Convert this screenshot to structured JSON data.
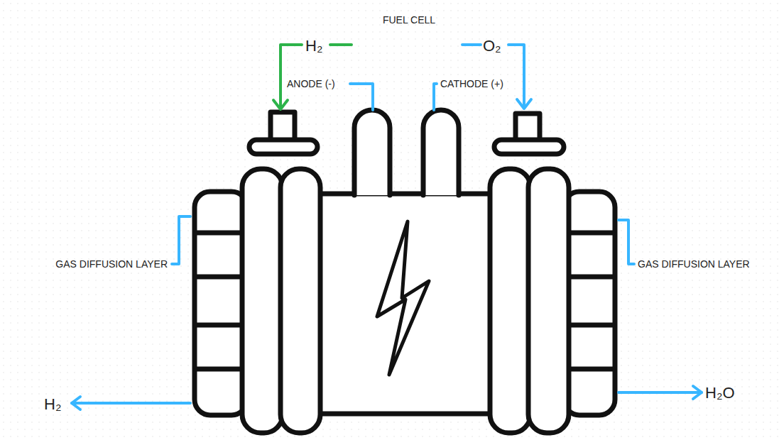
{
  "diagram": {
    "title": "FUEL CELL",
    "labels": [
      "H₂",
      "O₂",
      "ANODE (-)",
      "CATHODE (+)",
      "GAS DIFFUSION LAYER",
      "GAS DIFFUSION LAYER",
      "H₂",
      "H₂O"
    ]
  }
}
